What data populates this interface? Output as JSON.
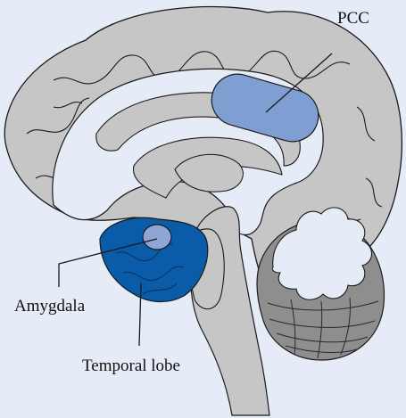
{
  "labels": {
    "pcc": "PCC",
    "amygdala": "Amygdala",
    "temporal_lobe": "Temporal lobe"
  },
  "colors": {
    "background": "#e6ecf7",
    "cortex": "#c6c6c6",
    "white_matter": "#e6ecf7",
    "pcc": "#7f9fd3",
    "temporal_lobe": "#0a5ca8",
    "amygdala": "#8fa6d4",
    "cerebellum": "#8e8e8e",
    "brainstem": "#c6c6c6",
    "outline": "#1a1a1a"
  }
}
